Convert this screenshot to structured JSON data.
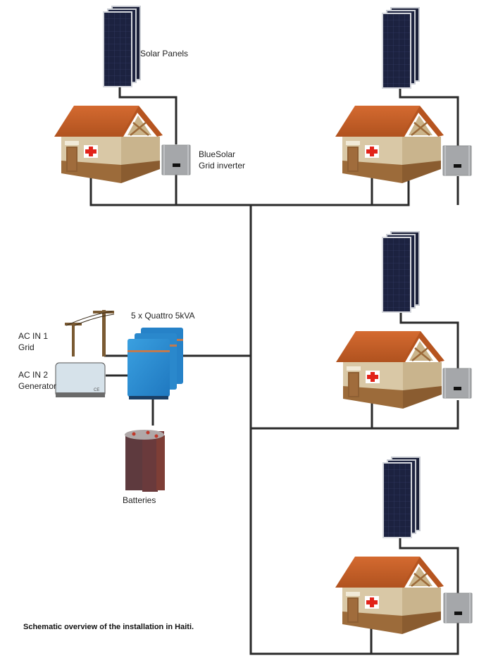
{
  "title": "Schematic overview of the installation in Haiti.",
  "labels": {
    "solar_panels": "Solar Panels",
    "inverter_line1": "BlueSolar",
    "inverter_line2": "Grid inverter",
    "quattro": "5 x Quattro 5kVA",
    "ac_in1_line1": "AC IN 1",
    "ac_in1_line2": "Grid",
    "ac_in2_line1": "AC IN 2",
    "ac_in2_line2": "Generator",
    "batteries": "Batteries",
    "ce_mark": "CE"
  },
  "colors": {
    "wire": "#2a2a2a",
    "panel": "#1c2240",
    "panel_frame": "#c9ccd3",
    "roof": "#c8602a",
    "wall": "#d9c8a6",
    "wall_side": "#cdb994",
    "base": "#9c6b3a",
    "cross": "#e2231a",
    "inverter": "#a5a7aa",
    "quattro": "#2d8fd5",
    "generator": "#d6e2ea",
    "battery": "#6e3a3a",
    "pole": "#7a5a32"
  },
  "clinics": [
    {
      "id": "clinic-1",
      "label": "top-left"
    },
    {
      "id": "clinic-2",
      "label": "top-right"
    },
    {
      "id": "clinic-3",
      "label": "middle-right"
    },
    {
      "id": "clinic-4",
      "label": "bottom-right"
    }
  ]
}
